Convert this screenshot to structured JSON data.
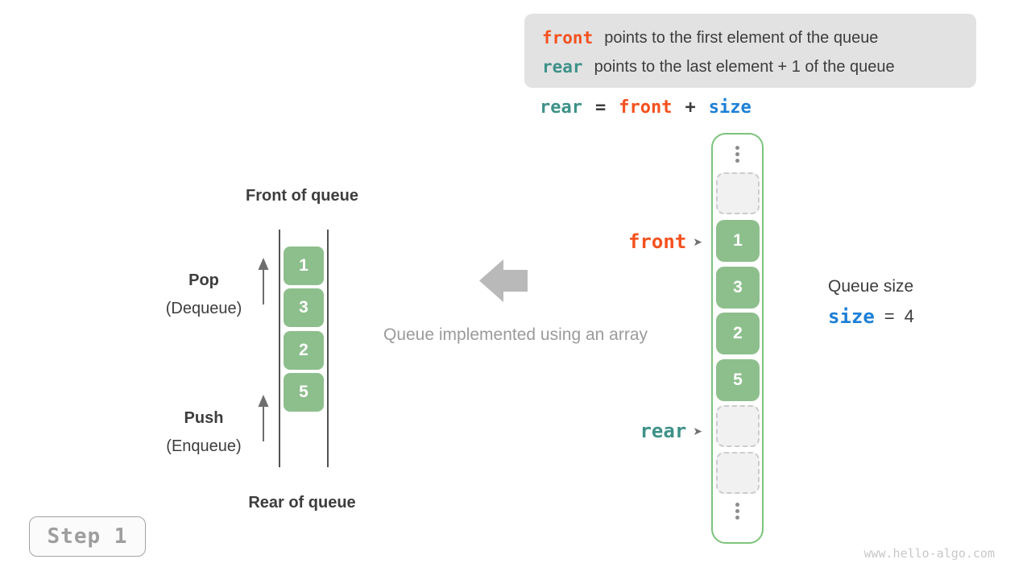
{
  "colors": {
    "front-accent": "#f4511e",
    "rear-accent": "#3d9188",
    "size-accent": "#1c7fd6",
    "cell-green": "#8dbf8d",
    "border-green": "#7cc47c",
    "text-dark": "#3d3d3d",
    "text-gray": "#9b9b9b",
    "legend-bg": "#e2e2e2"
  },
  "legend": {
    "lines": [
      {
        "code": "front",
        "text": "points to the first element of the queue"
      },
      {
        "code": "rear",
        "text": "points to the last element + 1 of the queue"
      }
    ]
  },
  "formula": {
    "lhs": "rear",
    "eq": "=",
    "mid": "front",
    "plus": "+",
    "rhs": "size"
  },
  "queue": {
    "values": [
      "1",
      "3",
      "2",
      "5"
    ]
  },
  "labels": {
    "front_of_queue": "Front of queue",
    "rear_of_queue": "Rear of queue",
    "pop": "Pop",
    "pop_sub": "(Dequeue)",
    "push": "Push",
    "push_sub": "(Enqueue)",
    "caption": "Queue implemented using an array"
  },
  "pointers": {
    "front": "front",
    "rear": "rear",
    "arrow": "➤"
  },
  "queue_size": {
    "title": "Queue size",
    "var": "size",
    "eq": "=",
    "value": "4"
  },
  "step": {
    "label": "Step 1"
  },
  "watermark": "www.hello-algo.com"
}
